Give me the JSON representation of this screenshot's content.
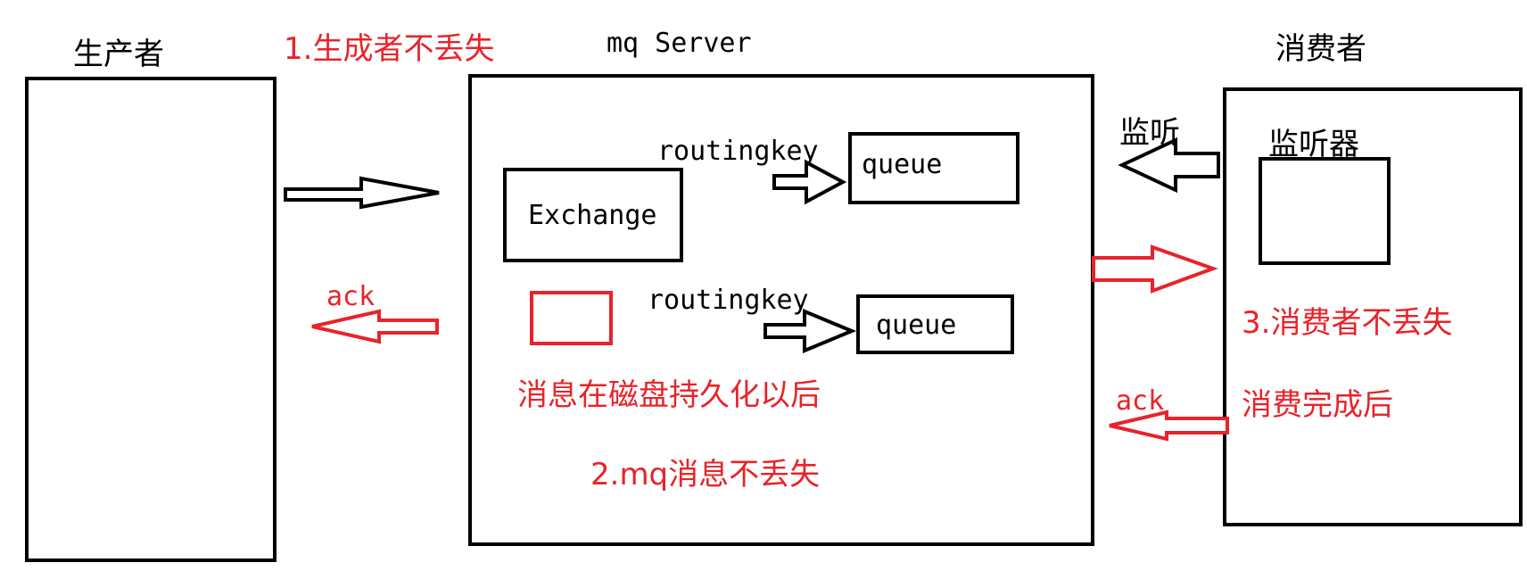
{
  "colors": {
    "stroke": "#000000",
    "accent": "#e8232a"
  },
  "producer": {
    "title": "生产者",
    "note": "1.生成者不丢失"
  },
  "server": {
    "title": "mq Server",
    "exchange_label": "Exchange",
    "routing_key_top": "routingkey",
    "routing_key_bottom": "routingkey",
    "queue_top": "queue",
    "queue_bottom": "queue",
    "persist_note": "消息在磁盘持久化以后",
    "note": "2.mq消息不丢失"
  },
  "producer_ack": "ack",
  "consumer": {
    "title": "消费者",
    "listen_label": "监听",
    "listener_label": "监听器",
    "note": "3.消费者不丢失",
    "done_note": "消费完成后",
    "ack": "ack"
  }
}
